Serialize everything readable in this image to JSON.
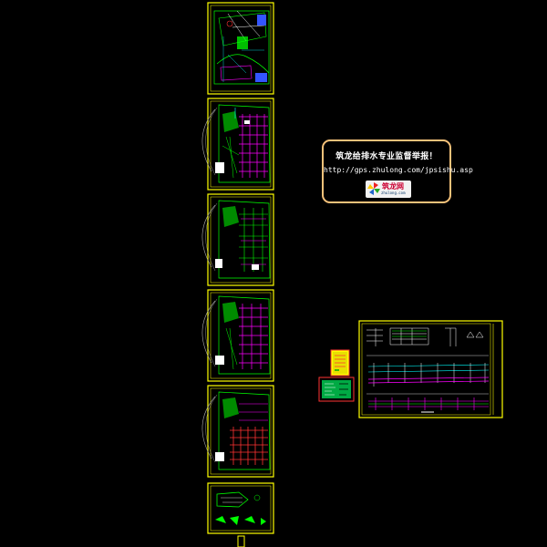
{
  "viewer": {
    "background": "#000000",
    "frame_color": "#ffff00"
  },
  "notice": {
    "title": "筑龙给排水专业监督举报！",
    "url": "http://gps.zhulong.com/jpsishu.asp",
    "logo_name": "筑龙网",
    "logo_sub": "zhulong.com",
    "border_color": "#f6c27a"
  },
  "drawing_sheets": [
    {
      "id": "site-plan",
      "content": "site layout"
    },
    {
      "id": "floor-plan-1",
      "content": "water supply plan"
    },
    {
      "id": "floor-plan-2",
      "content": "water supply plan"
    },
    {
      "id": "floor-plan-3",
      "content": "water supply plan"
    },
    {
      "id": "floor-plan-4",
      "content": "drainage plan"
    },
    {
      "id": "roof-plan",
      "content": "roof plan"
    },
    {
      "id": "system-diagram",
      "content": "piping system diagram"
    }
  ],
  "colors": {
    "green": "#00ff00",
    "magenta": "#ff00ff",
    "cyan": "#00ffff",
    "white": "#ffffff",
    "red": "#ff3333",
    "blue": "#3355ff",
    "yellow": "#ffff00"
  }
}
